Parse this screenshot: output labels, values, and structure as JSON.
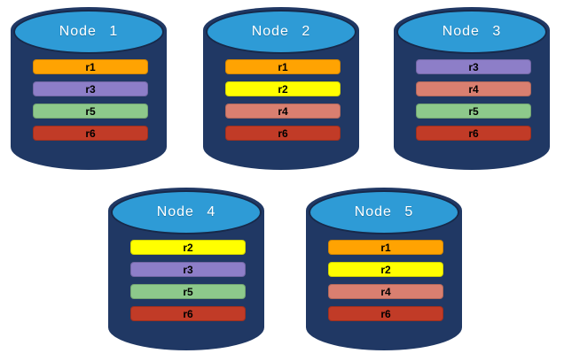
{
  "colors": {
    "cylinder_body": "#203864",
    "cylinder_top": "#2E9BD6",
    "replica_r1": "#FFA302",
    "replica_r2": "#FFFF00",
    "replica_r3": "#8D7EC8",
    "replica_r4": "#D97F70",
    "replica_r5": "#8DC98B",
    "replica_r6": "#C13B27"
  },
  "nodes": [
    {
      "label": "Node 1",
      "replicas": [
        {
          "label": "r1",
          "color": "#FFA302"
        },
        {
          "label": "r3",
          "color": "#8D7EC8"
        },
        {
          "label": "r5",
          "color": "#8DC98B"
        },
        {
          "label": "r6",
          "color": "#C13B27"
        }
      ]
    },
    {
      "label": "Node 2",
      "replicas": [
        {
          "label": "r1",
          "color": "#FFA302"
        },
        {
          "label": "r2",
          "color": "#FFFF00"
        },
        {
          "label": "r4",
          "color": "#D97F70"
        },
        {
          "label": "r6",
          "color": "#C13B27"
        }
      ]
    },
    {
      "label": "Node 3",
      "replicas": [
        {
          "label": "r3",
          "color": "#8D7EC8"
        },
        {
          "label": "r4",
          "color": "#D97F70"
        },
        {
          "label": "r5",
          "color": "#8DC98B"
        },
        {
          "label": "r6",
          "color": "#C13B27"
        }
      ]
    },
    {
      "label": "Node 4",
      "replicas": [
        {
          "label": "r2",
          "color": "#FFFF00"
        },
        {
          "label": "r3",
          "color": "#8D7EC8"
        },
        {
          "label": "r5",
          "color": "#8DC98B"
        },
        {
          "label": "r6",
          "color": "#C13B27"
        }
      ]
    },
    {
      "label": "Node 5",
      "replicas": [
        {
          "label": "r1",
          "color": "#FFA302"
        },
        {
          "label": "r2",
          "color": "#FFFF00"
        },
        {
          "label": "r4",
          "color": "#D97F70"
        },
        {
          "label": "r6",
          "color": "#C13B27"
        }
      ]
    }
  ]
}
